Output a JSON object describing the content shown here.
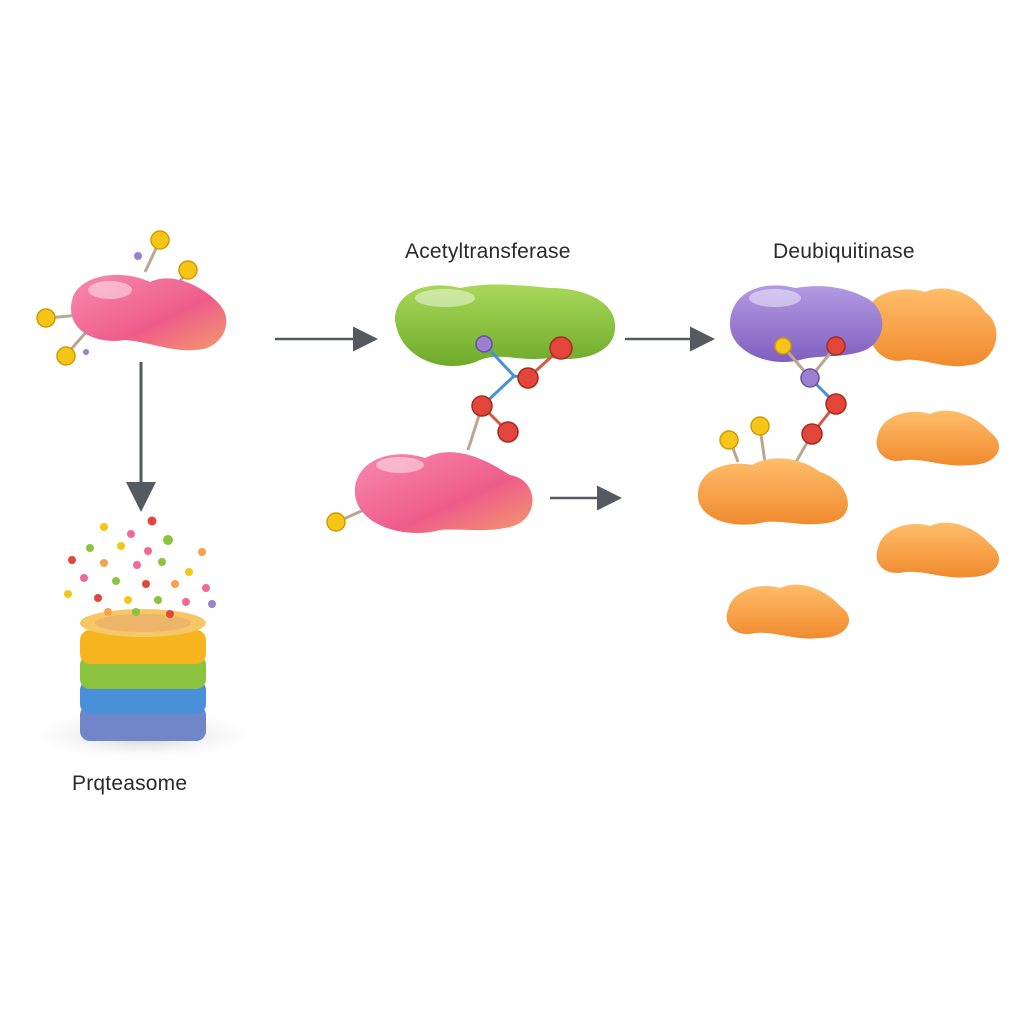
{
  "labels": {
    "acetyltransferase": "Acetyltransferase",
    "deubiquitinase": "Deubiquitinase",
    "proteasome": "Prqteasome"
  },
  "colors": {
    "pink_protein": "#f06a95",
    "green_enzyme": "#8cc63f",
    "purple_enzyme": "#9b7fd1",
    "orange_protein": "#f7a14a",
    "ubiquitin_yellow": "#f5c518",
    "acetyl_red": "#e2463a",
    "arrow": "#555a60",
    "proteasome_bands": [
      "#f6b51e",
      "#8ac43f",
      "#4a90d9",
      "#6f86c9"
    ]
  },
  "icons": {
    "substrate": "pink-protein-icon",
    "acetyltransferase": "green-enzyme-icon",
    "deubiquitinase": "purple-enzyme-icon",
    "proteasome": "proteasome-barrel-icon",
    "released_protein": "orange-protein-icon"
  }
}
